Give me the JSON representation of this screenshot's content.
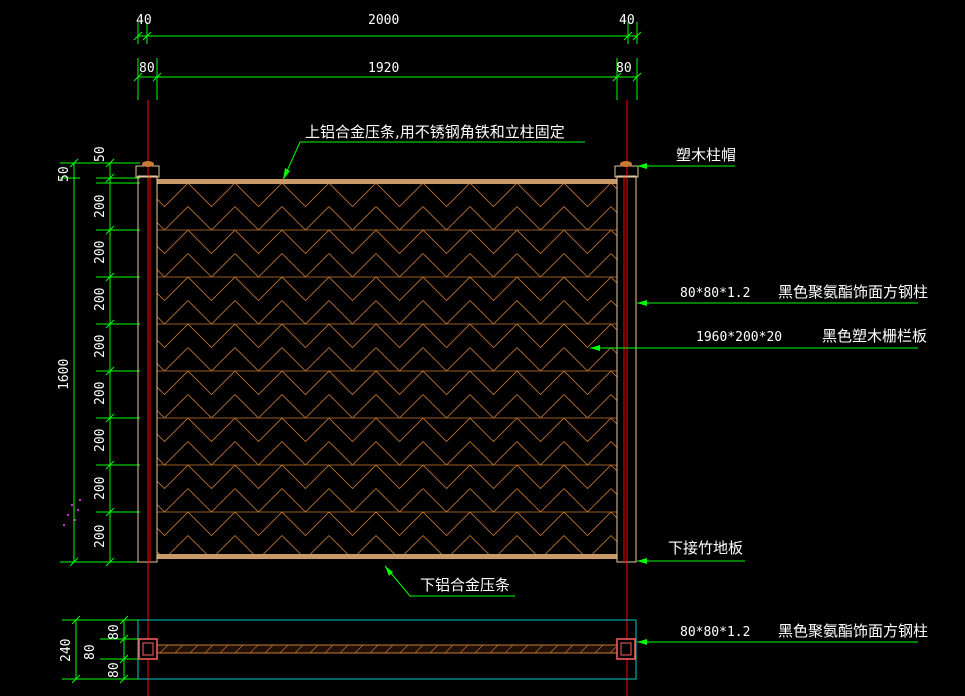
{
  "colors": {
    "background": "#000000",
    "dimension": "#00ff00",
    "text": "#ffffff",
    "post_line": "#ff0000",
    "panel_orange": "#c87a32",
    "post_outline": "#e6c8a0",
    "plan_cyan": "#00c8c8",
    "leader": "#00ff00"
  },
  "dimensions": {
    "top_row1": [
      "40",
      "2000",
      "40"
    ],
    "top_row2": [
      "80",
      "1920",
      "80"
    ],
    "left_total": "1600",
    "left_top": "50",
    "left_cap": "50",
    "left_boards": [
      "200",
      "200",
      "200",
      "200",
      "200",
      "200",
      "200",
      "200"
    ],
    "plan_total": "240",
    "plan_parts": [
      "80",
      "80",
      "80"
    ]
  },
  "annotations": {
    "top_rail": "上铝合金压条,用不锈钢角铁和立柱固定",
    "post_cap": "塑木柱帽",
    "post_spec": "80*80*1.2",
    "post_name": "黑色聚氨酯饰面方钢柱",
    "board_spec": "1960*200*20",
    "board_name": "黑色塑木栅栏板",
    "bottom_connect": "下接竹地板",
    "bottom_rail": "下铝合金压条",
    "plan_post_spec": "80*80*1.2",
    "plan_post_name": "黑色聚氨酯饰面方钢柱"
  }
}
